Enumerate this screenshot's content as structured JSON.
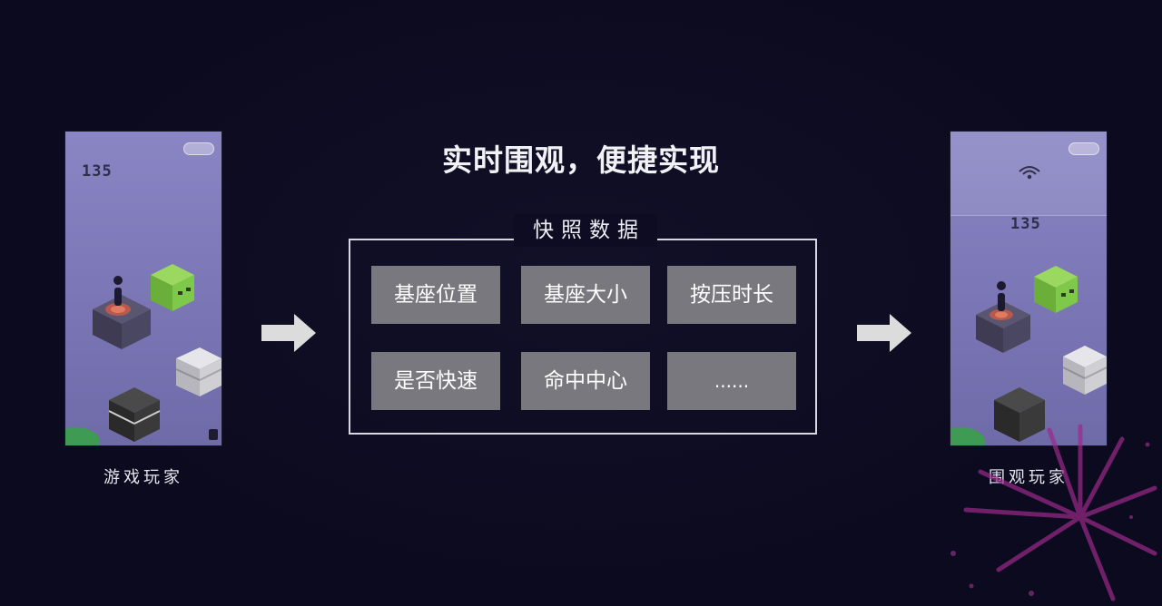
{
  "headline": "实时围观，便捷实现",
  "snapshot": {
    "title": "快照数据",
    "items": [
      "基座位置",
      "基座大小",
      "按压时长",
      "是否快速",
      "命中中心",
      "......"
    ]
  },
  "left_phone": {
    "score": "135",
    "caption": "游戏玩家"
  },
  "right_phone": {
    "score": "135",
    "caption": "围观玩家"
  },
  "colors": {
    "background": "#0b0a1e",
    "cell": "#78787e",
    "box_border": "#d8d8e0",
    "phone_bg": "#7d79b8",
    "green_cube": "#7ec84a",
    "arrow": "#dcdcdc"
  }
}
